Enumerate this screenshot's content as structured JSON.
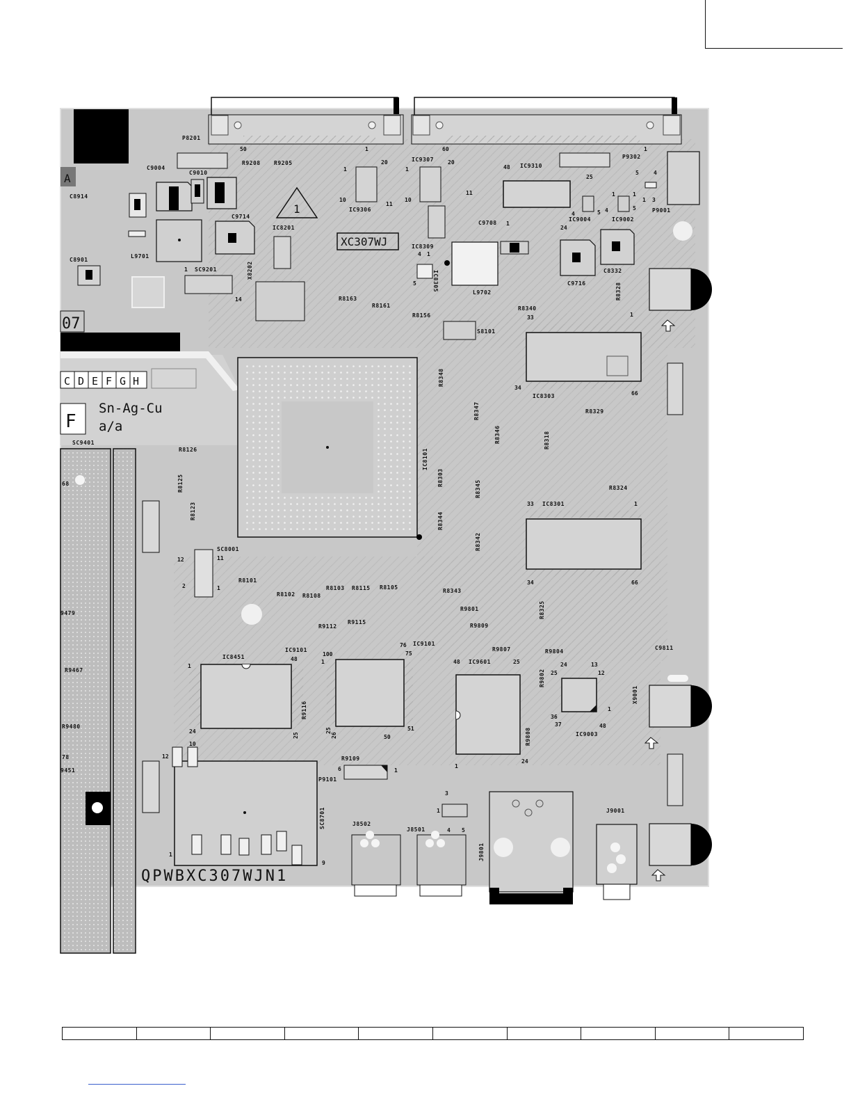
{
  "board": {
    "part_number": "QPWBXC307WJN1",
    "model_label": "XC307WJ",
    "solder_text_line1": "Sn-Ag-Cu",
    "solder_text_line2": "a/a",
    "grade_letter": "F",
    "corner_letter": "A",
    "partial_label": "07",
    "warning_number": "1",
    "letter_boxes": [
      "C",
      "D",
      "E",
      "F",
      "G",
      "H"
    ]
  },
  "components": {
    "ic8101": "IC8101",
    "ic8303": "IC8303",
    "ic8301": "IC8301",
    "ic8451": "IC8451",
    "ic9101a": "IC9101",
    "ic9101b": "IC9101",
    "ic9601": "IC9601",
    "ic9003": "IC9003",
    "ic9306": "IC9306",
    "ic9307": "IC9307",
    "ic9310": "IC9310",
    "ic8201": "IC8201",
    "ic8309": "IC8309",
    "ic8305": "IC8305",
    "ic9004": "IC9004",
    "ic9002": "IC9002",
    "p8201": "P8201",
    "p9302": "P9302",
    "p9001": "P9001",
    "p9101": "P9101",
    "sc9201": "SC9201",
    "sc8001": "SC8001",
    "sc9401": "SC9401",
    "sc8701": "SC8701",
    "s8101": "S8101",
    "l9701": "L9701",
    "l9702": "L9702",
    "x8202": "X8202",
    "x9001": "X9001",
    "j8502": "J8502",
    "j8501": "J8501",
    "j9801": "J9801",
    "j9001": "J9001",
    "c9004": "C9004",
    "c9010": "C9010",
    "c8914": "C8914",
    "c8901": "C8901",
    "c9714": "C9714",
    "c9708": "C9708",
    "c9716": "C9716",
    "c8332": "C8332",
    "c9811": "C9811",
    "r9208": "R9208",
    "r9205": "R9205",
    "r8163": "R8163",
    "r8161": "R8161",
    "r8156": "R8156",
    "r8340": "R8340",
    "r8328": "R8328",
    "r8348": "R8348",
    "r8347": "R8347",
    "r8346": "R8346",
    "r8318": "R8318",
    "r8329": "R8329",
    "r8303": "R8303",
    "r8345": "R8345",
    "r8344": "R8344",
    "r8342": "R8342",
    "r8324": "R8324",
    "r8343": "R8343",
    "r8325": "R8325",
    "r8126": "R8126",
    "r8125": "R8125",
    "r8123": "R8123",
    "r8101": "R8101",
    "r8102": "R8102",
    "r8108": "R8108",
    "r8103": "R8103",
    "r8115": "R8115",
    "r8105": "R8105",
    "r9801": "R9801",
    "r9809": "R9809",
    "r9115": "R9115",
    "r9112": "R9112",
    "r9116": "R9116",
    "r9109": "R9109",
    "r9807": "R9807",
    "r9804": "R9804",
    "r9802": "R9802",
    "r9808": "R9808",
    "r9467": "R9467",
    "r9480": "R9480",
    "r9479": "9479",
    "r9451": "9451",
    "r78": "78",
    "r68": "68"
  },
  "pins": {
    "p8201_50": "50",
    "p8201_1": "1",
    "p9302_60": "60",
    "p9302_1": "1",
    "ic9310_48": "48",
    "ic9310_25": "25",
    "ic9310_24": "24",
    "ic9310_1": "1",
    "ic8303_33": "33",
    "ic8303_34": "34",
    "ic8303_66": "66",
    "ic8303_1": "1",
    "ic8301_33": "33",
    "ic8301_34": "34",
    "ic8301_66": "66",
    "ic8301_1": "1",
    "ic8451_48": "48",
    "ic8451_1": "1",
    "ic8451_24": "24",
    "ic8451_25": "25",
    "ic9101_100": "100",
    "ic9101_76": "76",
    "ic9101_75": "75",
    "ic9101_1": "1",
    "ic9101_25": "25",
    "ic9101_26": "26",
    "ic9101_50": "50",
    "ic9101_51": "51",
    "ic9601_48": "48",
    "ic9601_25": "25",
    "ic9601_1": "1",
    "ic9601_24": "24",
    "ic9003_24": "24",
    "ic9003_13": "13",
    "ic9003_25": "25",
    "ic9003_12": "12",
    "ic9003_36": "36",
    "ic9003_37": "37",
    "ic9003_48": "48",
    "ic9003_1": "1",
    "sc8001_12": "12",
    "sc8001_11": "11",
    "sc8001_2": "2",
    "sc8001_1": "1",
    "sc8701_12": "12",
    "sc8701_10": "10",
    "sc8701_1": "1",
    "sc8701_9": "9",
    "sc9201_1": "1",
    "sc9201_14": "14",
    "ic9306_1": "1",
    "ic9306_20": "20",
    "ic9306_10": "10",
    "ic9306_11": "11",
    "ic9307_1": "1",
    "ic9307_20": "20",
    "ic9307_10": "10",
    "ic9307_11": "11",
    "ic8309_1": "1",
    "ic8309_4": "4",
    "ic8309_5": "5",
    "p9001_5": "5",
    "p9001_4": "4",
    "p9001_1": "1",
    "p9001_3": "3",
    "p9101_6": "6",
    "p9101_1": "1",
    "ic9004_1": "1",
    "ic9004_5": "5",
    "ic9004_4": "4",
    "ic9002_1": "1",
    "ic9002_5": "5",
    "ic9002_4": "4",
    "s_1": "1",
    "s_3": "3",
    "s_4": "4",
    "s_5": "5"
  }
}
